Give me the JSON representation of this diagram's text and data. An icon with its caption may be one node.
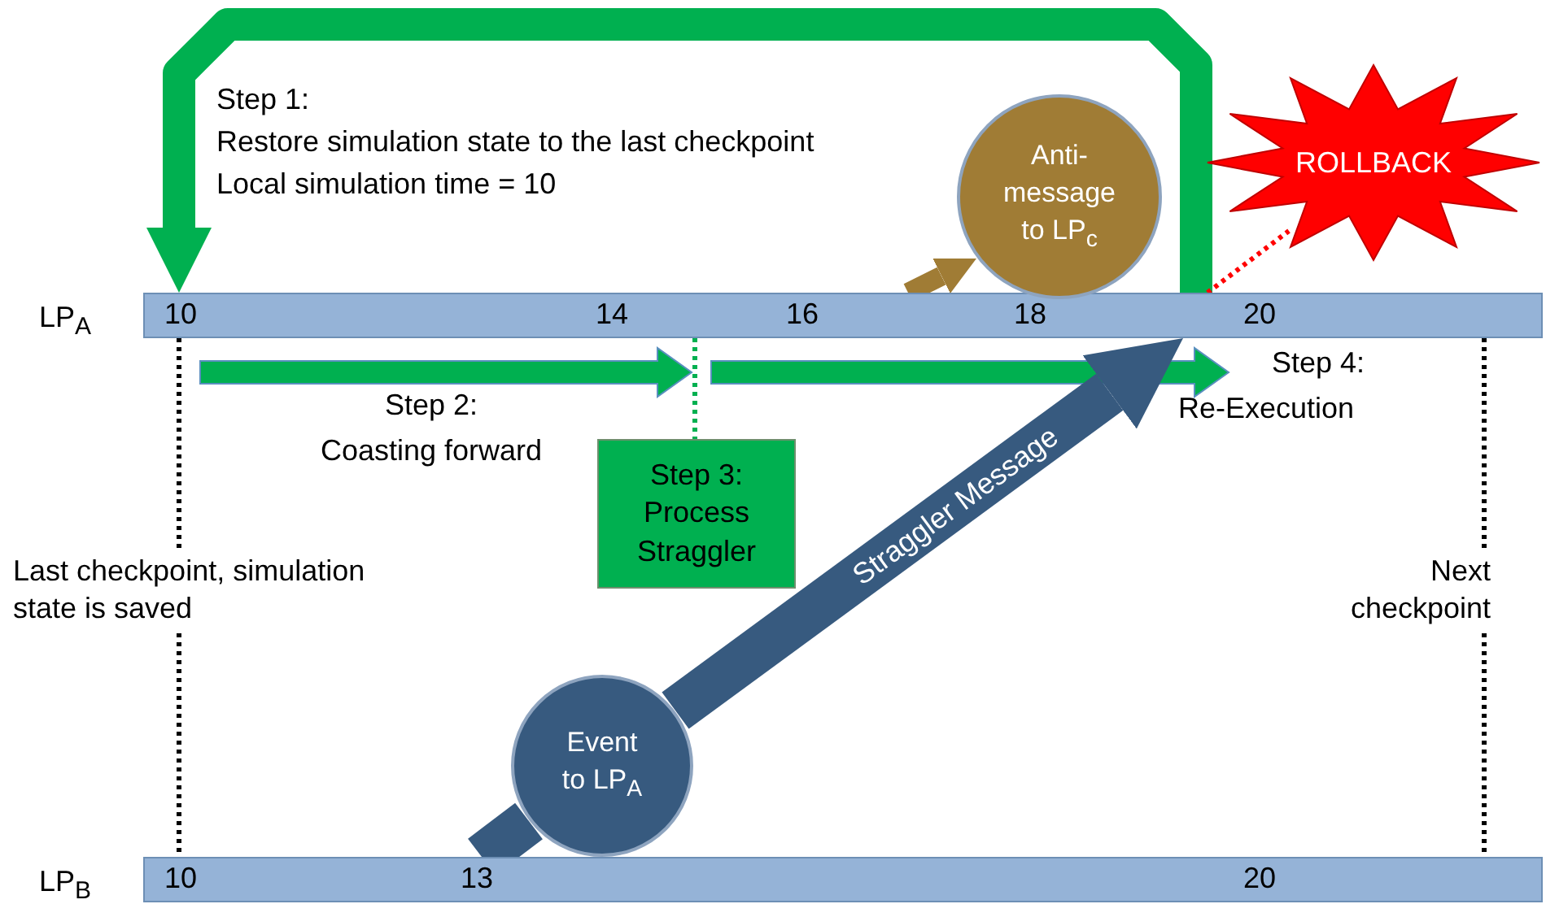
{
  "diagram": {
    "nodes": [
      {
        "text": [
          "10",
          "14",
          "16",
          "18",
          "20"
        ]
      },
      {
        "text": [
          "10",
          "13",
          "20"
        ]
      },
      {
        "text": [
          "Anti-message to LP$_{c}$"
        ]
      },
      {
        "text": [
          "ROLLBACK"
        ]
      },
      {
        "text": [
          "Step 3: Process Straggler"
        ]
      },
      {
        "text": [
          "Event to LP$_{A}$"
        ]
      }
    ],
    "edges": [
      {
        "from": 0,
        "to": 0,
        "arrow": "to",
        "style": "thick",
        "color": "#00b050"
      },
      {
        "from": 0,
        "to": 2,
        "arrow": "to",
        "style": "thick",
        "color": "#a07c35"
      },
      {
        "from": 0,
        "to": 3,
        "arrow": "none",
        "style": "dashed",
        "color": "#ff0000"
      },
      {
        "from": 0,
        "to": 4,
        "arrow": "none",
        "style": "dashed",
        "color": "#00b050"
      },
      {
        "from": 1,
        "to": 5,
        "arrow": "none",
        "style": "thick",
        "color": "#375a7f"
      },
      {
        "from": 5,
        "to": 0,
        "arrow": "to",
        "label": "Straggler Message",
        "style": "thick",
        "color": "#375a7f"
      },
      {
        "from": 0,
        "to": 1,
        "arrow": "none",
        "style": "dashed",
        "color": "#000000"
      },
      {
        "from": 0,
        "to": 1,
        "arrow": "none",
        "style": "dashed",
        "color": "#000000"
      }
    ],
    "labels": [
      "LP$_{A}$",
      "Step 1:",
      "Restore simulation state to the last checkpoint",
      "Local simulation time = 10",
      "Step 2:",
      "Coasting forward",
      "Step 4:",
      "Re-Execution",
      "Last checkpoint, simulation state is saved",
      "Next checkpoint",
      "LP$_{B}$"
    ]
  }
}
